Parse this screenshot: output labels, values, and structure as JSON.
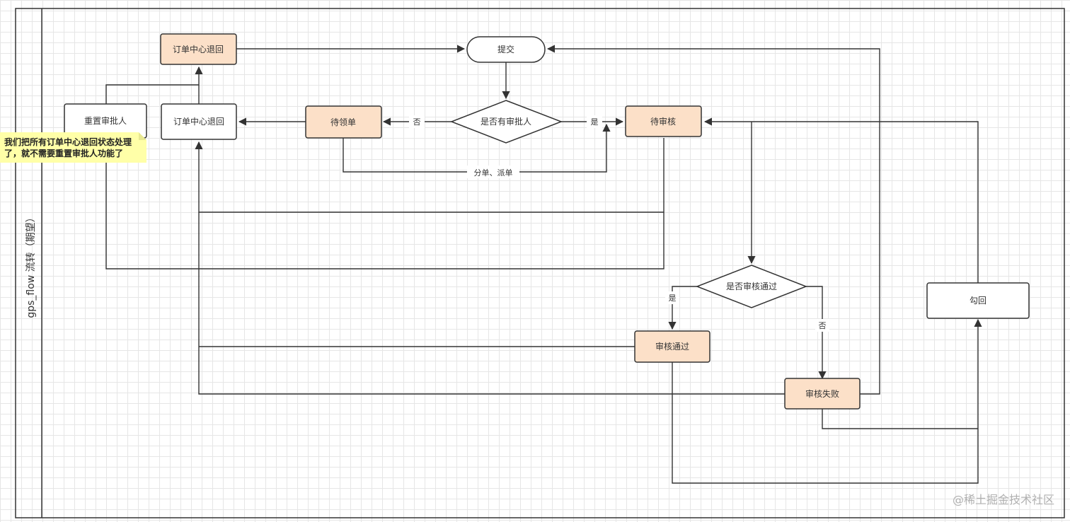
{
  "lane": {
    "title": "gps_flow 流转（期望）"
  },
  "nodes": {
    "order_center_return_top": "订单中心退回",
    "submit": "提交",
    "reset_approver": "重置审批人",
    "order_center_return": "订单中心退回",
    "pending_claim": "待领单",
    "has_approver": "是否有审批人",
    "pending_review": "待审核",
    "review_passed_q": "是否审核通过",
    "review_passed": "审核通过",
    "review_failed": "审核失败",
    "recall": "勾回"
  },
  "edge_labels": {
    "no_to_claim": "否",
    "yes_to_review": "是",
    "dispatch": "分单、派单",
    "pass_yes": "是",
    "pass_no": "否"
  },
  "note": {
    "line1": "我们把所有订单中心退回状态处理",
    "line2": "了，就不需要重置审批人功能了"
  },
  "watermark": "@稀土掘金技术社区",
  "colors": {
    "highlight_fill": "#fce0c8",
    "plain_fill": "#ffffff",
    "stroke": "#333333",
    "note_fill": "#ffffa8"
  }
}
